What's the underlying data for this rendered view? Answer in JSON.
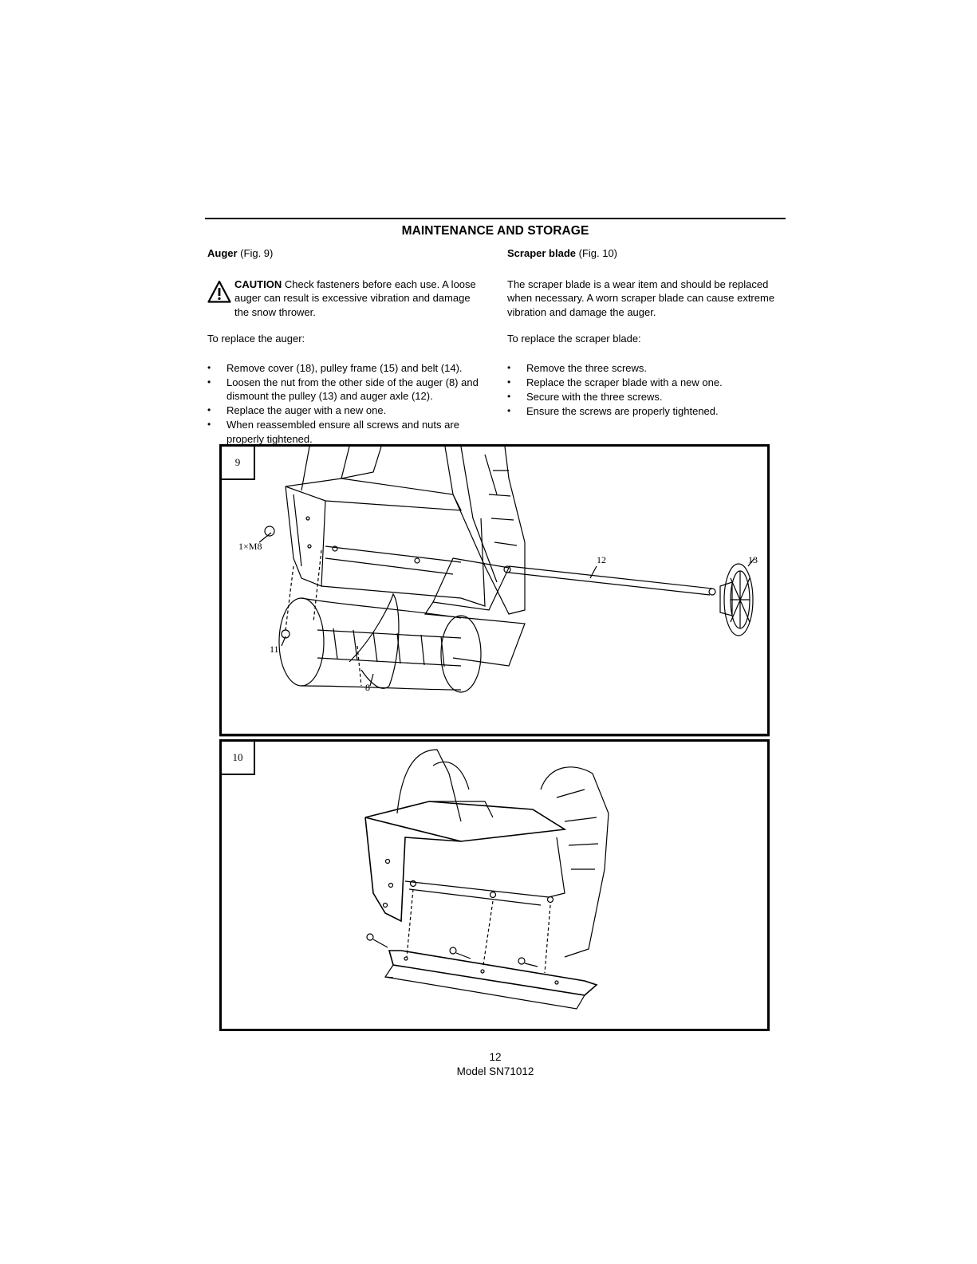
{
  "header": {
    "title": "MAINTENANCE AND STORAGE"
  },
  "left": {
    "heading_bold": "Auger",
    "heading_ref": " (Fig. 9)",
    "caution_bold": "CAUTION",
    "caution_text": " Check fasteners before each use. A loose auger can result is excessive vibration and damage the snow thrower.",
    "intro": "To replace the auger:",
    "steps": [
      "Remove cover (18), pulley frame (15) and belt (14).",
      "Loosen the nut from the other side of the auger (8) and dismount the pulley (13) and auger axle (12).",
      "Replace the auger with a new one.",
      "When reassembled ensure all screws and nuts are properly tightened."
    ]
  },
  "right": {
    "heading_bold": "Scraper blade",
    "heading_ref": " (Fig. 10)",
    "description": "The scraper blade is a wear item and should be replaced when necessary.  A worn scraper blade can cause extreme vibration and damage the auger.",
    "intro": "To replace the scraper blade:",
    "steps": [
      "Remove the three screws.",
      "Replace the scraper blade with a new one.",
      "Secure with the three screws.",
      "Ensure the screws are properly tightened."
    ]
  },
  "figures": {
    "fig9": {
      "number": "9",
      "callouts": {
        "bolt": "1×M8",
        "axle": "12",
        "pulley": "13",
        "nut": "11",
        "auger": "8"
      }
    },
    "fig10": {
      "number": "10"
    }
  },
  "footer": {
    "page_number": "12",
    "model": "Model SN71012"
  },
  "icons": {
    "caution": "warning-triangle-icon"
  }
}
